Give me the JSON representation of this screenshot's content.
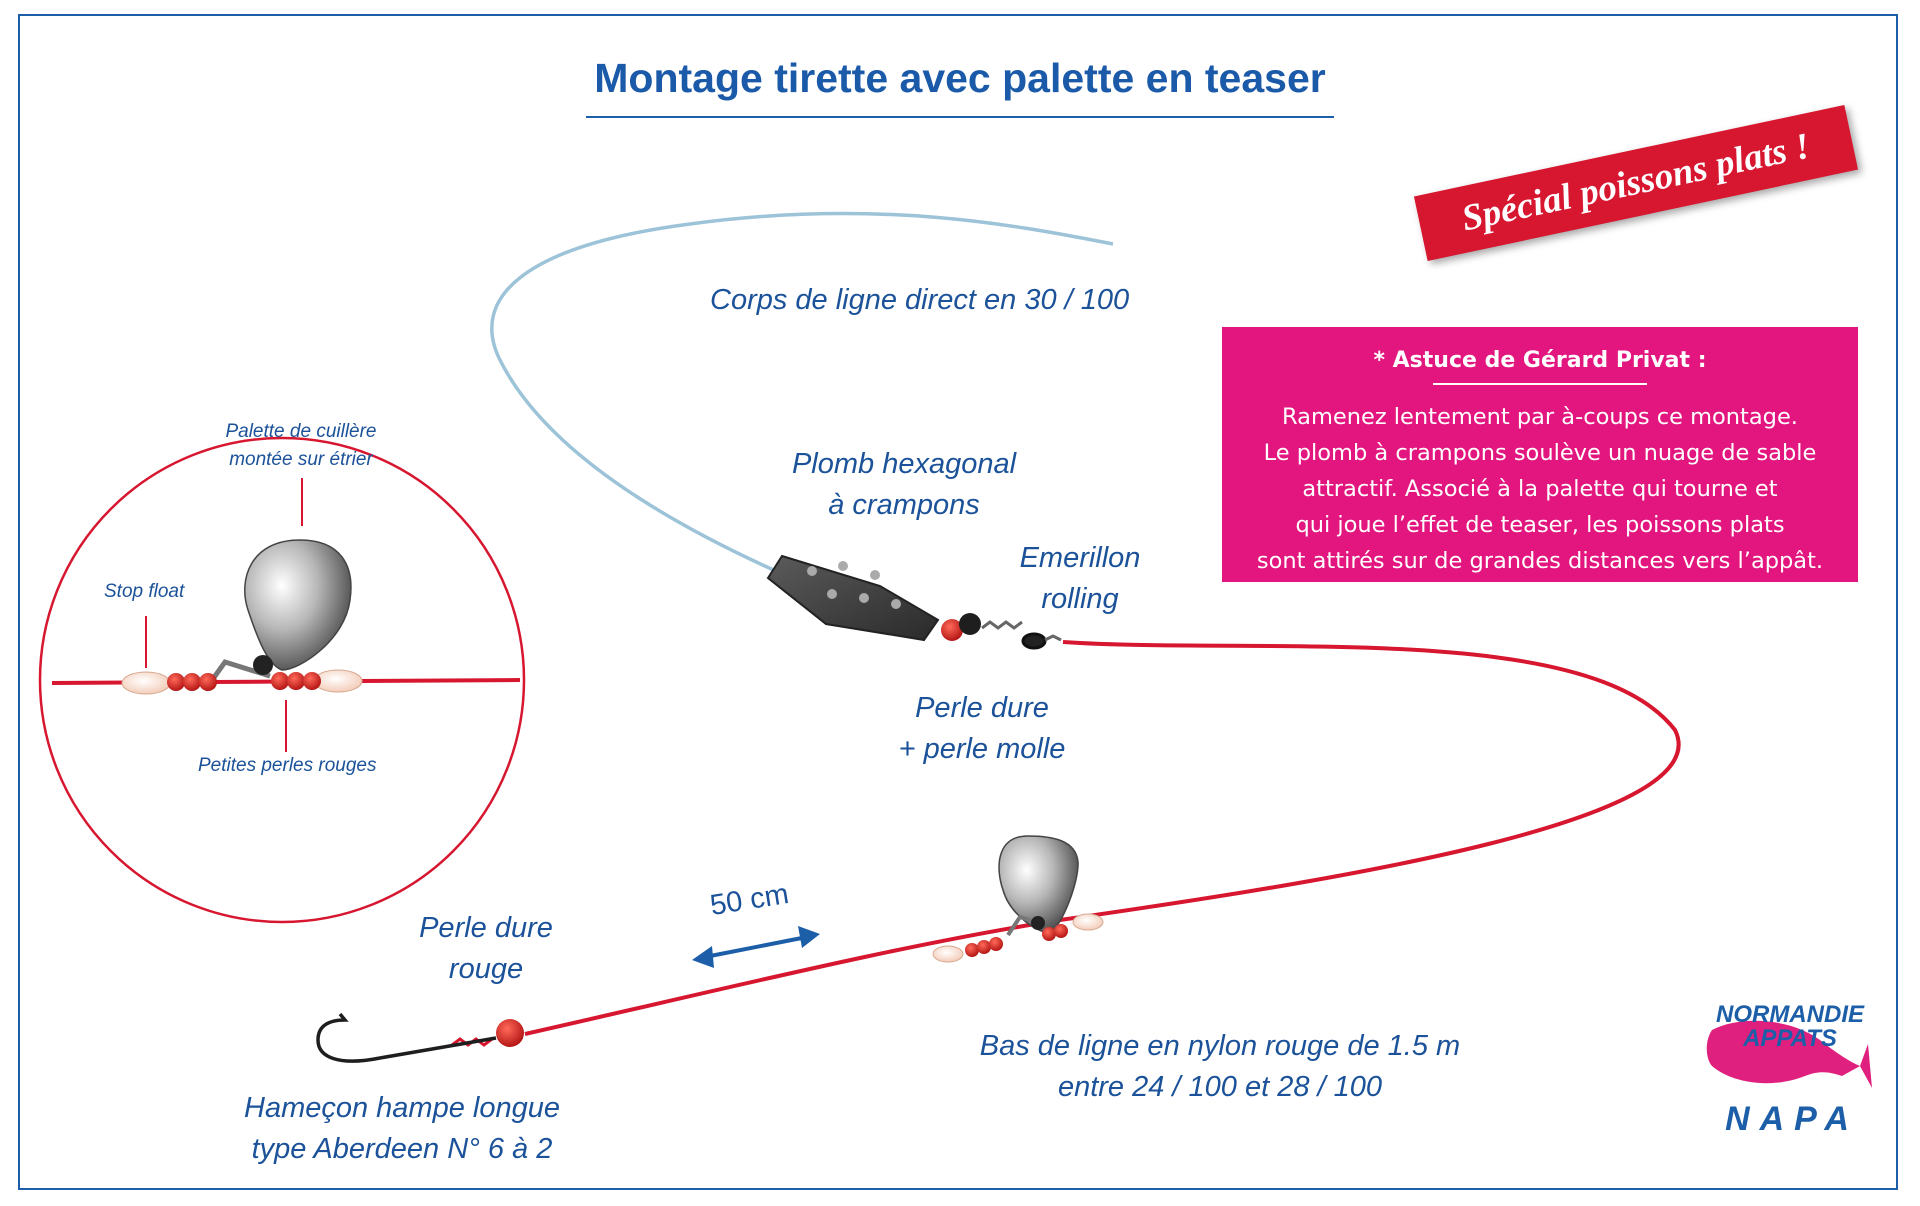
{
  "title": "Montage tirette avec palette en teaser",
  "banner": "Spécial poissons plats !",
  "tip": {
    "title": "* Astuce de Gérard Privat :",
    "lines": [
      "Ramenez lentement par à-coups ce montage.",
      "Le plomb à crampons soulève un nuage de sable",
      "attractif. Associé à la palette qui tourne et",
      "qui joue l’effet de teaser, les poissons plats",
      "sont attirés sur de grandes distances vers l’appât."
    ]
  },
  "labels": {
    "main_line": "Corps de ligne direct en 30 / 100",
    "sinker": [
      "Plomb hexagonal",
      "à crampons"
    ],
    "swivel": [
      "Emerillon",
      "rolling"
    ],
    "beads": [
      "Perle dure",
      "+ perle molle"
    ],
    "distance": "50 cm",
    "red_bead": [
      "Perle dure",
      "rouge"
    ],
    "hook": [
      "Hameçon hampe longue",
      "type Aberdeen N° 6 à 2"
    ],
    "leader": [
      "Bas de ligne en nylon rouge de 1.5 m",
      "entre 24 / 100 et 28 / 100"
    ]
  },
  "inset": {
    "blade": [
      "Palette de cuillère",
      "montée sur étrier"
    ],
    "stop_float": "Stop float",
    "small_beads": "Petites perles rouges"
  },
  "logo": {
    "line1": "NORMANDIE",
    "line2": "APPATS",
    "line3": "NAPA"
  },
  "colors": {
    "title_blue": "#1a5aa8",
    "label_blue": "#1b5299",
    "line_red": "#d7162f",
    "banner_red": "#d7162f",
    "tip_pink": "#e2167e",
    "main_line_blue": "#9cc3d8"
  }
}
